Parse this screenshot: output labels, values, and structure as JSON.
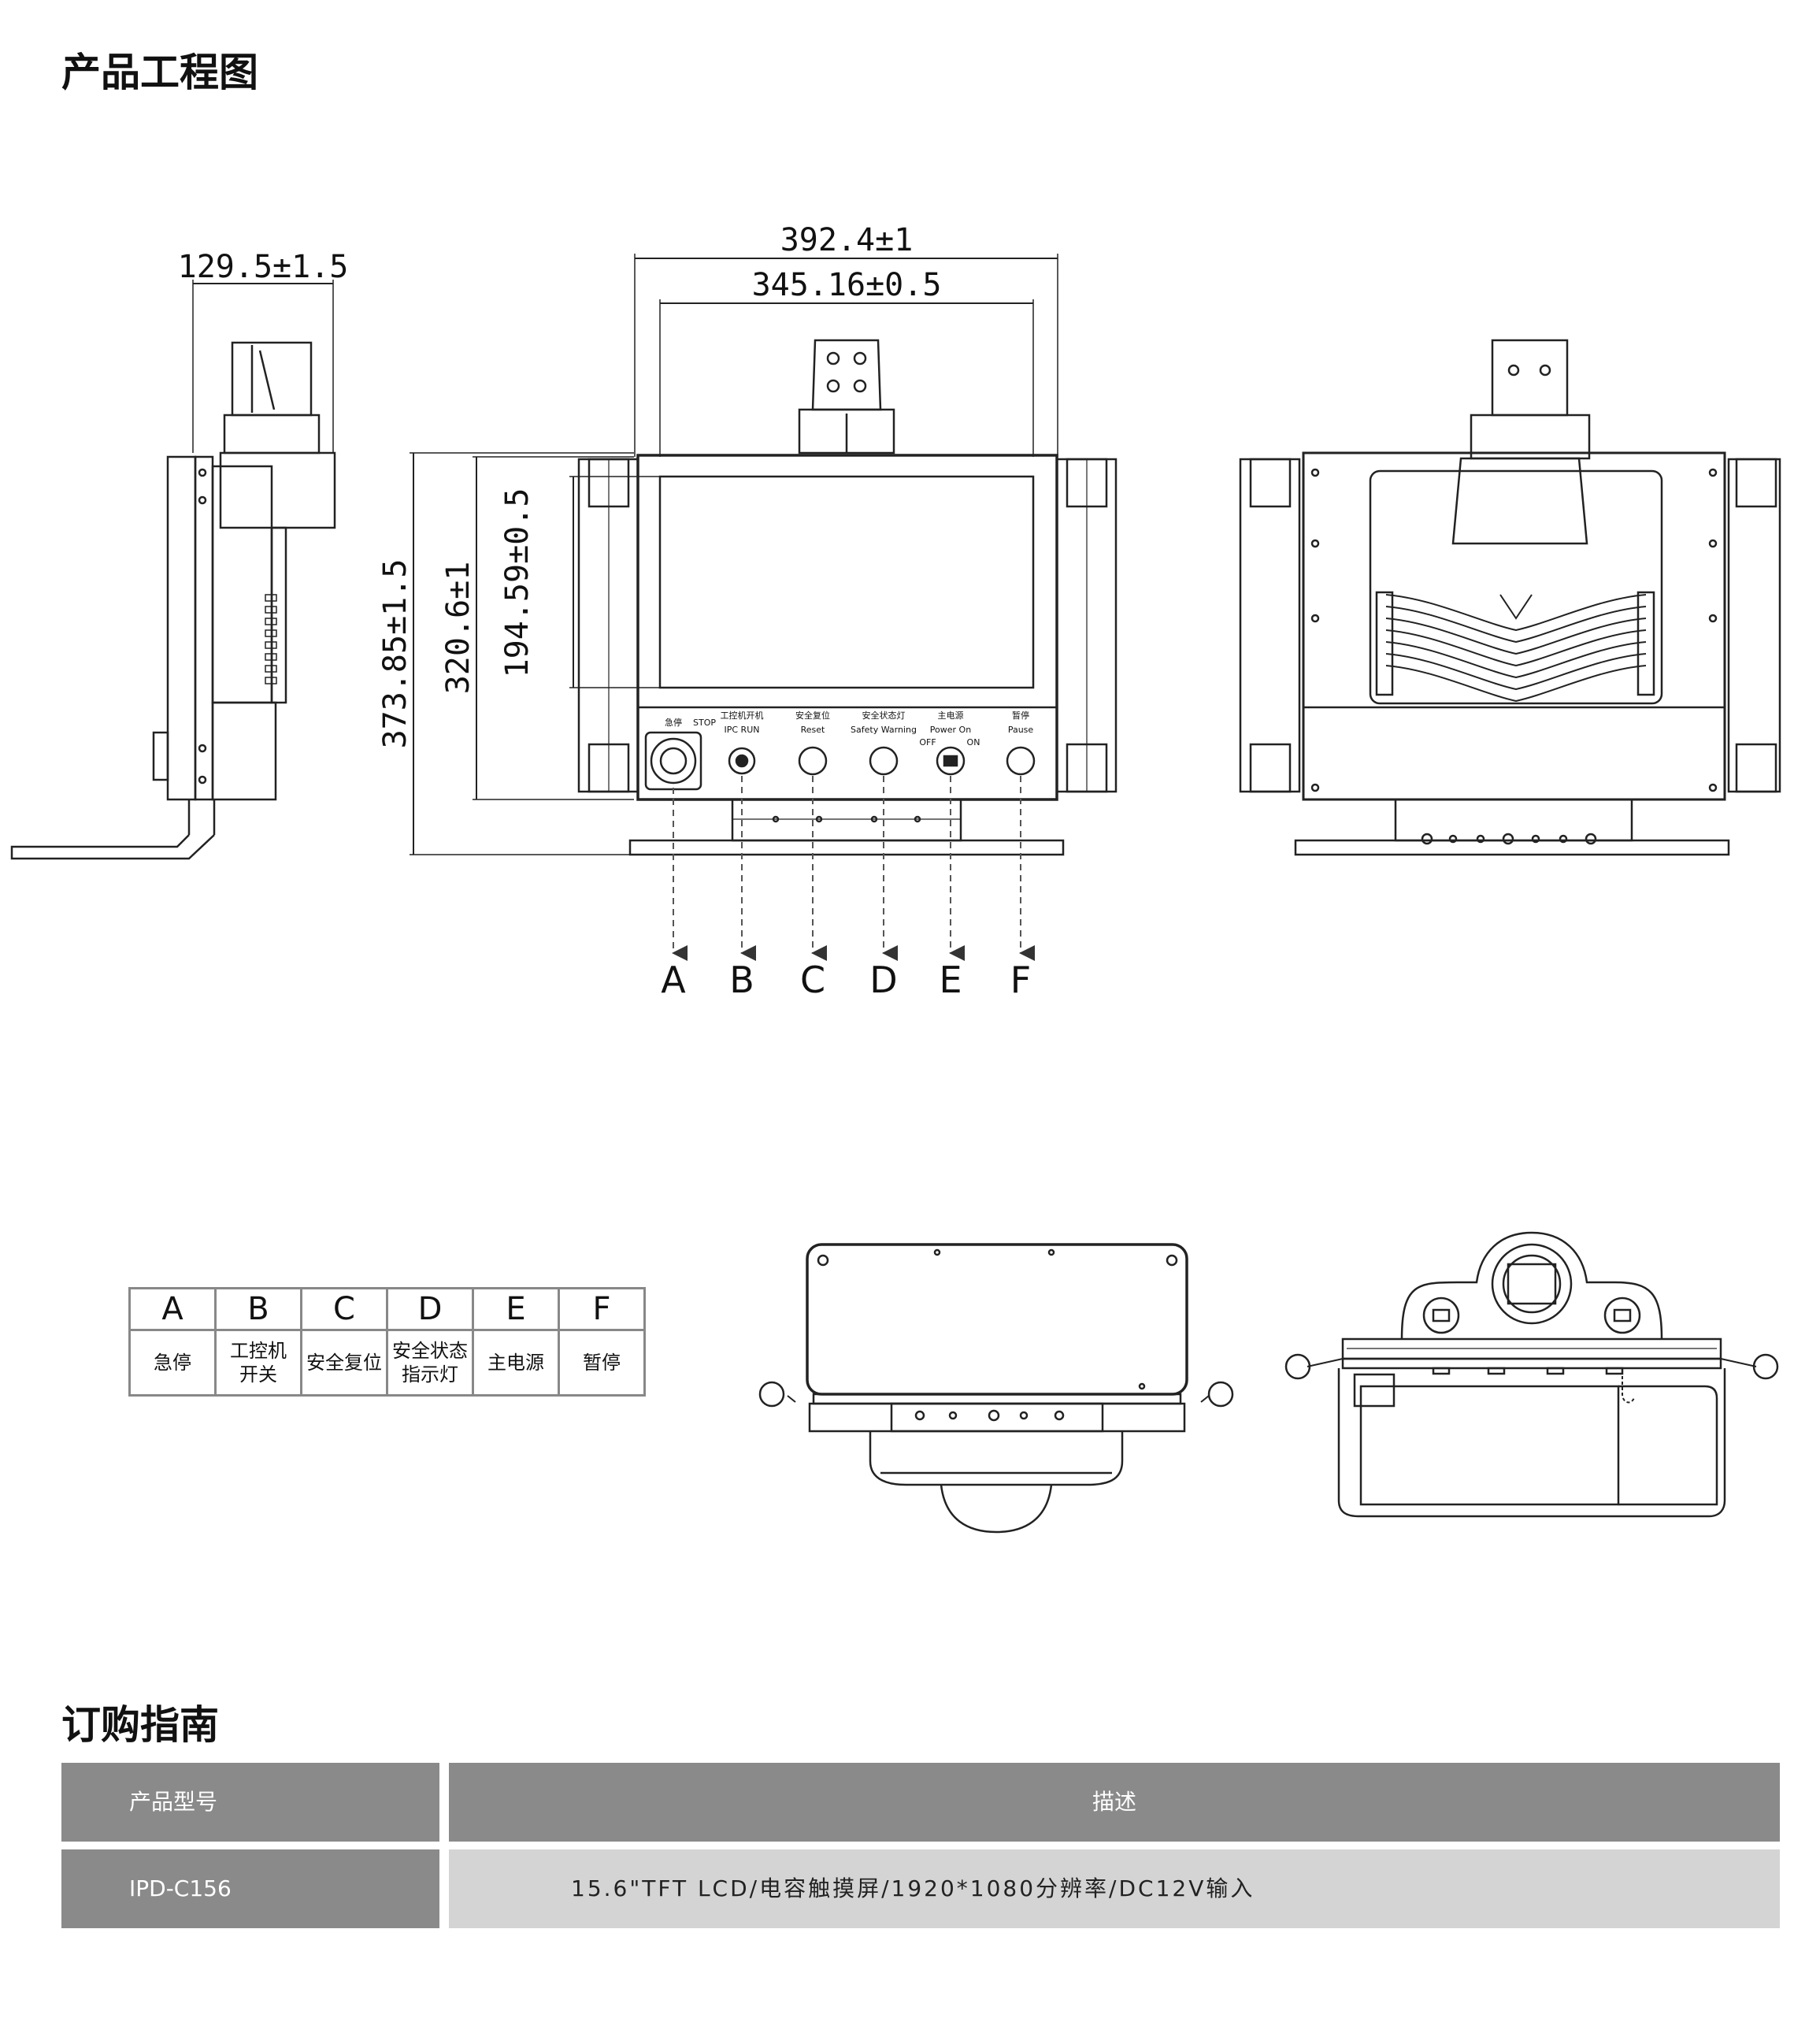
{
  "titles": {
    "engineering": "产品工程图",
    "ordering": "订购指南"
  },
  "dimensions": {
    "side_depth": "129.5±1.5",
    "front_total_width": "392.4±1",
    "front_inner_width": "345.16±0.5",
    "total_height": "373.85±1.5",
    "panel_height": "320.6±1",
    "screen_height": "194.59±0.5"
  },
  "buttons": [
    {
      "letter": "A",
      "name": "急停",
      "silk_cn": "急停",
      "silk_en": "STOP"
    },
    {
      "letter": "B",
      "name": "工控机开关",
      "silk_cn": "工控机开机",
      "silk_en": "IPC    RUN"
    },
    {
      "letter": "C",
      "name": "安全复位",
      "silk_cn": "安全复位",
      "silk_en": "Reset"
    },
    {
      "letter": "D",
      "name": "安全状态指示灯",
      "silk_cn": "安全状态灯",
      "silk_en": "Safety  Warning"
    },
    {
      "letter": "E",
      "name": "主电源",
      "silk_cn": "主电源",
      "silk_en": "Power  On"
    },
    {
      "letter": "F",
      "name": "暂停",
      "silk_cn": "暂停",
      "silk_en": "Pause"
    }
  ],
  "legend": {
    "letters": [
      "A",
      "B",
      "C",
      "D",
      "E",
      "F"
    ],
    "names": [
      [
        "急停"
      ],
      [
        "工控机",
        "开关"
      ],
      [
        "安全复位"
      ],
      [
        "安全状态",
        "指示灯"
      ],
      [
        "主电源"
      ],
      [
        "暂停"
      ]
    ]
  },
  "power_switch_labels": {
    "off": "OFF",
    "on": "ON"
  },
  "ordering_table": {
    "headers": [
      "产品型号",
      "描述"
    ],
    "rows": [
      {
        "model": "IPD-C156",
        "description": "15.6\"TFT LCD/电容触摸屏/1920*1080分辨率/DC12V输入"
      }
    ]
  }
}
